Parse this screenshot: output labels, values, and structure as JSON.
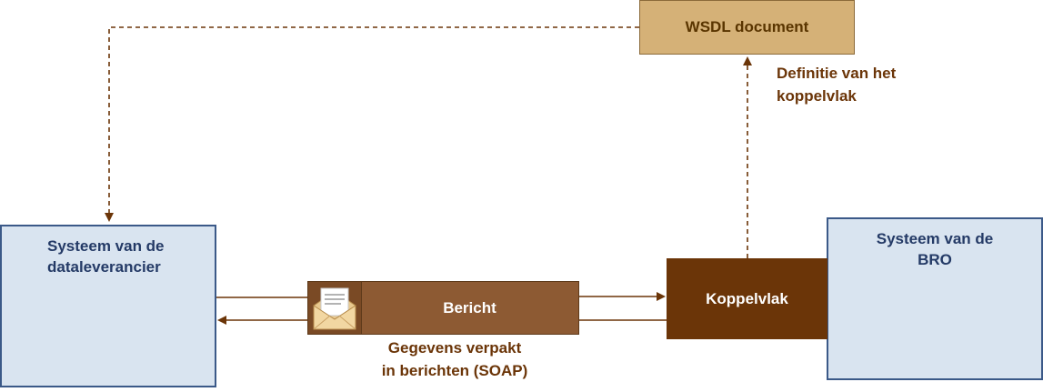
{
  "diagram": {
    "supplier": {
      "line1": "Systeem van de",
      "line2": "dataleverancier"
    },
    "bro": {
      "line1": "Systeem van de",
      "line2": "BRO"
    },
    "wsdl": {
      "label": "WSDL document"
    },
    "koppelvlak": {
      "label": "Koppelvlak"
    },
    "bericht": {
      "label": "Bericht",
      "icon": "envelope-icon"
    },
    "caption_definition": {
      "line1": "Definitie van het",
      "line2": "koppelvlak"
    },
    "caption_soap": {
      "line1": "Gegevens verpakt",
      "line2": "in berichten (SOAP)"
    },
    "colors": {
      "system_fill": "#d9e4f0",
      "system_border": "#3b5988",
      "wsdl_fill": "#d5b177",
      "koppelvlak_fill": "#6b3508",
      "bericht_fill": "#8d5a33",
      "arrow_color": "#6b3508"
    }
  }
}
